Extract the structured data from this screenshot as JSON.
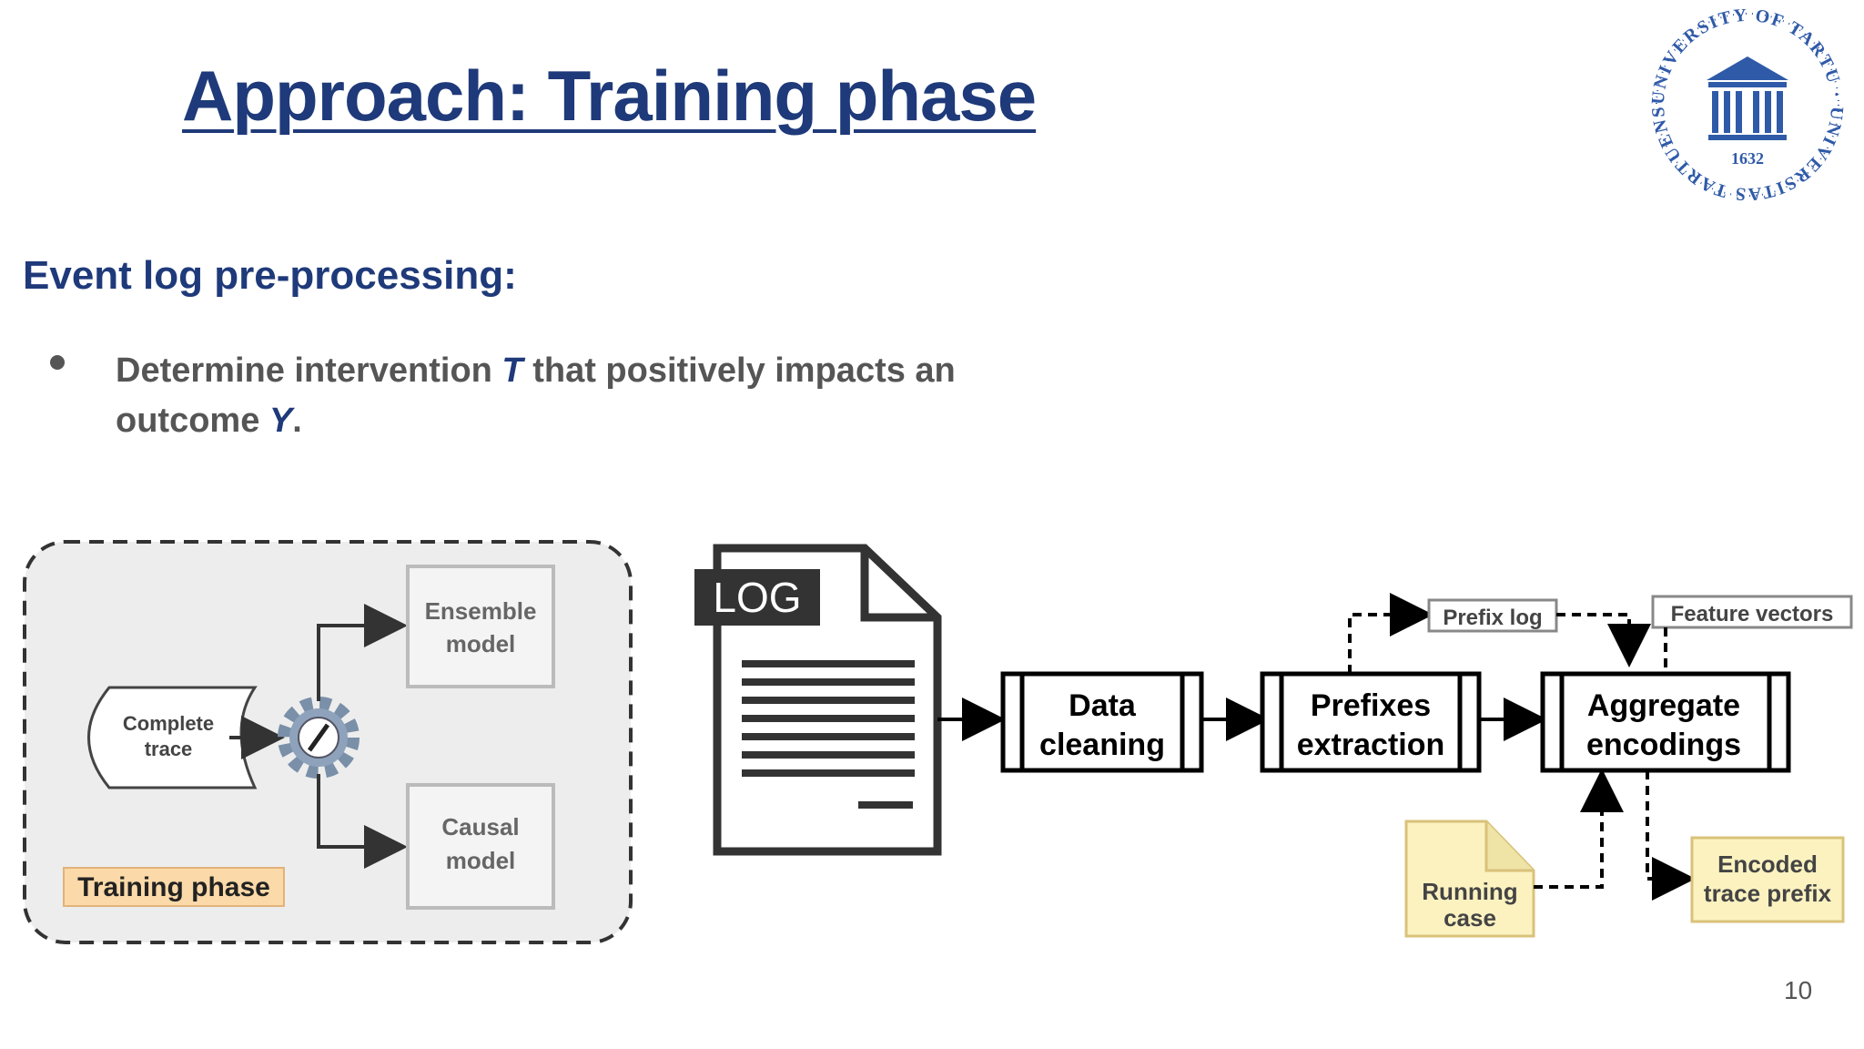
{
  "slide": {
    "title": "Approach: Training phase",
    "section_heading": "Event log pre-processing:",
    "bullet": {
      "text_1": "Determine intervention ",
      "var_1": "T",
      "text_2": " that positively impacts an outcome ",
      "var_2": "Y",
      "text_3": "."
    },
    "page_number": "10"
  },
  "logo": {
    "ring_text": "UNIVERSITY OF TARTU · UNIVERSITAS TARTUENSIS ·",
    "year": "1632"
  },
  "left_diagram": {
    "complete_trace_line1": "Complete",
    "complete_trace_line2": "trace",
    "ensemble_line1": "Ensemble",
    "ensemble_line2": "model",
    "causal_line1": "Causal",
    "causal_line2": "model",
    "phase_label": "Training phase"
  },
  "pipeline": {
    "log_label": "LOG",
    "step1_line1": "Data",
    "step1_line2": "cleaning",
    "step2_line1": "Prefixes",
    "step2_line2": "extraction",
    "step3_line1": "Aggregate",
    "step3_line2": "encodings",
    "prefix_log": "Prefix log",
    "feature_vectors": "Feature vectors",
    "running_case_line1": "Running",
    "running_case_line2": "case",
    "encoded_line1": "Encoded",
    "encoded_line2": "trace prefix"
  },
  "colors": {
    "title_blue": "#1f3a7a",
    "body_gray": "#555555",
    "phase_label_bg": "#fbd9a8",
    "note_fill": "#fbf2c0",
    "note_border": "#d9c27a"
  }
}
